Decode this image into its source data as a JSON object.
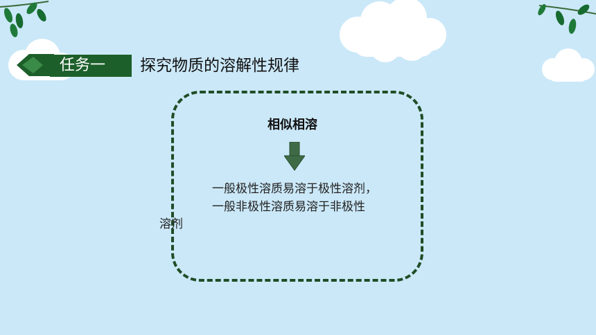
{
  "task": {
    "label": "任务一",
    "title": "探究物质的溶解性规律"
  },
  "content": {
    "heading": "相似相溶",
    "line1": "一般极性溶质易溶于极性溶剂，",
    "line2": "一般非极性溶质易溶于非极性",
    "line3": "溶剂"
  },
  "colors": {
    "background": "#cbe8f8",
    "accent_dark_green": "#1d5f2a",
    "frame_border": "#1f4d26",
    "arrow": "#3e6b45"
  },
  "icons": {
    "arrow": "down-arrow-icon",
    "cloud": "cloud-icon",
    "leaves": "leaf-branch-icon"
  }
}
